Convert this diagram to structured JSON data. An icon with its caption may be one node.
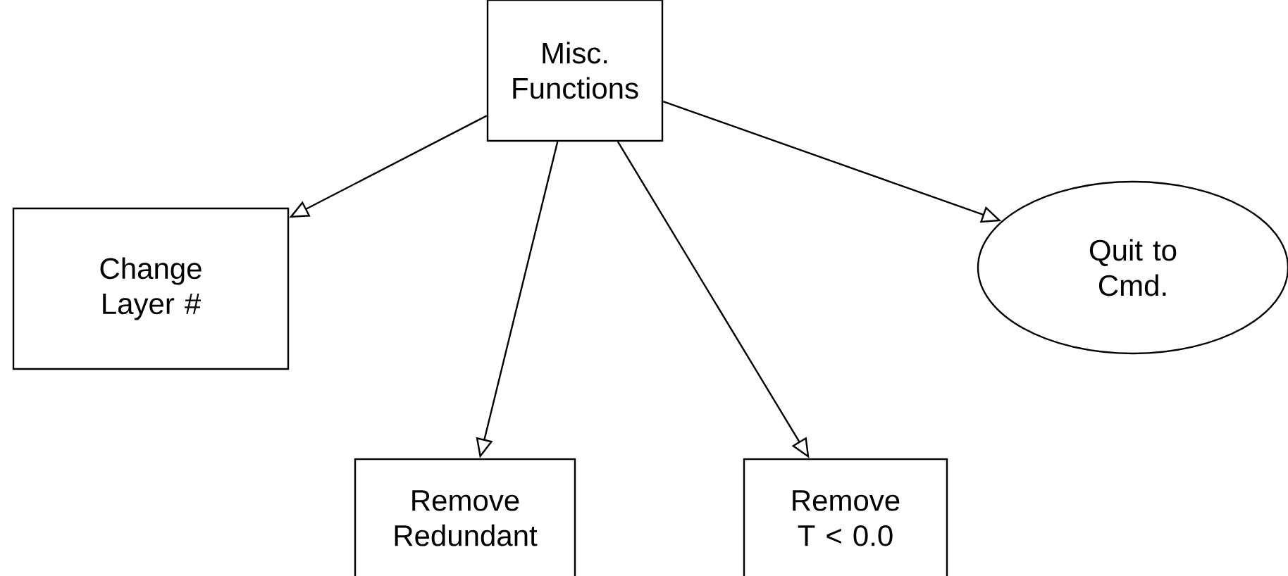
{
  "diagram": {
    "nodes": [
      {
        "text": [
          "Misc. Functions"
        ]
      },
      {
        "text": [
          "Change Layer #"
        ]
      },
      {
        "text": [
          "Remove Redundant"
        ]
      },
      {
        "text": [
          "Remove T < 0.0"
        ]
      },
      {
        "text": [
          "Quit to Cmd."
        ]
      }
    ],
    "edges": [
      {
        "from": 0,
        "to": 1,
        "arrow": "to"
      },
      {
        "from": 0,
        "to": 2,
        "arrow": "to"
      },
      {
        "from": 0,
        "to": 3,
        "arrow": "to"
      },
      {
        "from": 0,
        "to": 4,
        "arrow": "to"
      }
    ]
  }
}
